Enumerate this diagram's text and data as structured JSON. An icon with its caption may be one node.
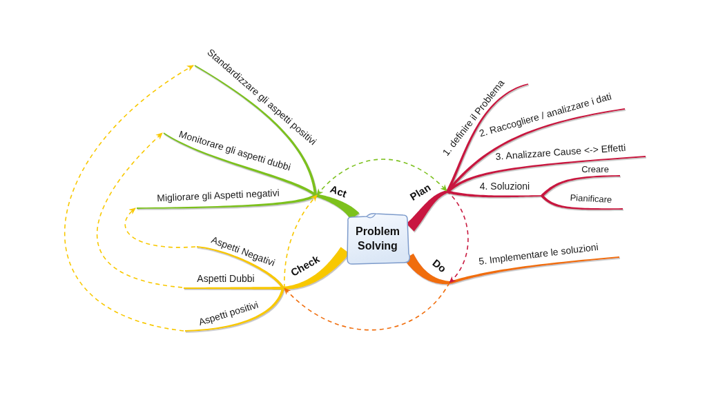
{
  "diagram": {
    "nodes": [
      {
        "text": [
          "Problem Solving"
        ]
      },
      {
        "text": [
          "Plan"
        ]
      },
      {
        "text": [
          "1. definire il Problema"
        ]
      },
      {
        "text": [
          "2. Raccogliere / analizzare i dati"
        ]
      },
      {
        "text": [
          "3. Analizzare Cause <-> Effetti"
        ]
      },
      {
        "text": [
          "4. Soluzioni"
        ]
      },
      {
        "text": [
          "Creare"
        ]
      },
      {
        "text": [
          "Pianificare"
        ]
      },
      {
        "text": [
          "Do"
        ]
      },
      {
        "text": [
          "5. Implementare le soluzioni"
        ]
      },
      {
        "text": [
          "Check"
        ]
      },
      {
        "text": [
          "Aspetti Negativi"
        ]
      },
      {
        "text": [
          "Aspetti Dubbi"
        ]
      },
      {
        "text": [
          "Aspetti positivi"
        ]
      },
      {
        "text": [
          "Act"
        ]
      },
      {
        "text": [
          "Migliorare gli Aspetti negativi"
        ]
      },
      {
        "text": [
          "Monitorare gli aspetti dubbi"
        ]
      },
      {
        "text": [
          "Standardizzare gli aspetti positivi"
        ]
      }
    ],
    "edges": [
      {
        "from": 0,
        "to": 1,
        "arrow": "none",
        "style": "thick",
        "color": "#c8193f"
      },
      {
        "from": 1,
        "to": 2,
        "arrow": "none",
        "color": "#c8193f"
      },
      {
        "from": 1,
        "to": 3,
        "arrow": "none",
        "color": "#c8193f"
      },
      {
        "from": 1,
        "to": 4,
        "arrow": "none",
        "color": "#c8193f"
      },
      {
        "from": 1,
        "to": 5,
        "arrow": "none",
        "color": "#c8193f"
      },
      {
        "from": 5,
        "to": 6,
        "arrow": "none",
        "color": "#c8193f"
      },
      {
        "from": 5,
        "to": 7,
        "arrow": "none",
        "color": "#c8193f"
      },
      {
        "from": 0,
        "to": 8,
        "arrow": "none",
        "style": "thick",
        "color": "#f06d0c"
      },
      {
        "from": 8,
        "to": 9,
        "arrow": "none",
        "color": "#f06d0c"
      },
      {
        "from": 0,
        "to": 10,
        "arrow": "none",
        "style": "thick",
        "color": "#f8c800"
      },
      {
        "from": 10,
        "to": 11,
        "arrow": "none",
        "color": "#f8c800"
      },
      {
        "from": 10,
        "to": 12,
        "arrow": "none",
        "color": "#f8c800"
      },
      {
        "from": 10,
        "to": 13,
        "arrow": "none",
        "color": "#f8c800"
      },
      {
        "from": 0,
        "to": 14,
        "arrow": "none",
        "style": "thick",
        "color": "#7dc11f"
      },
      {
        "from": 14,
        "to": 15,
        "arrow": "none",
        "color": "#7dc11f"
      },
      {
        "from": 14,
        "to": 16,
        "arrow": "none",
        "color": "#7dc11f"
      },
      {
        "from": 14,
        "to": 17,
        "arrow": "none",
        "color": "#7dc11f"
      },
      {
        "from": 14,
        "to": 1,
        "arrow": "both",
        "style": "dashed",
        "color": "#7dc11f"
      },
      {
        "from": 1,
        "to": 8,
        "arrow": "to",
        "style": "dashed",
        "color": "#c8193f"
      },
      {
        "from": 8,
        "to": 10,
        "arrow": "to",
        "style": "dashed",
        "color": "#f06d0c"
      },
      {
        "from": 10,
        "to": 14,
        "arrow": "to",
        "style": "dashed",
        "color": "#f8c800"
      },
      {
        "from": 11,
        "to": 15,
        "arrow": "to",
        "style": "dashed",
        "color": "#f8c800"
      },
      {
        "from": 12,
        "to": 16,
        "arrow": "to",
        "style": "dashed",
        "color": "#f8c800"
      },
      {
        "from": 13,
        "to": 17,
        "arrow": "to",
        "style": "dashed",
        "color": "#f8c800"
      }
    ]
  }
}
